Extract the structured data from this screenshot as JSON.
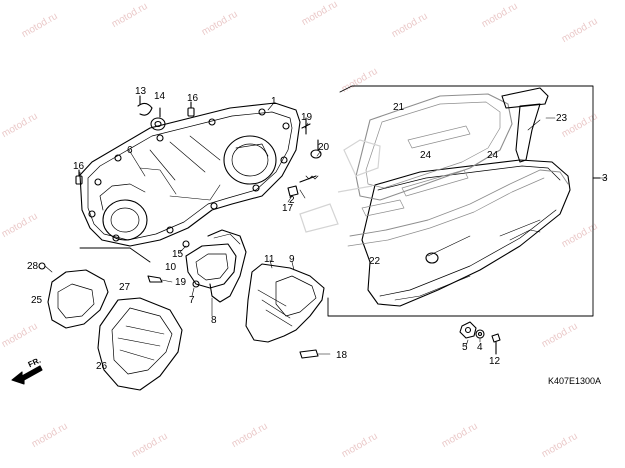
{
  "watermark": "motod.ru",
  "diagram_code": "K407E1300A",
  "direction_label": "FR.",
  "callouts": {
    "c1": "1",
    "c2": "2",
    "c3": "3",
    "c4": "4",
    "c5": "5",
    "c6": "6",
    "c7": "7",
    "c8": "8",
    "c9": "9",
    "c10": "10",
    "c11": "11",
    "c12": "12",
    "c13": "13",
    "c14": "14",
    "c15": "15",
    "c16a": "16",
    "c16b": "16",
    "c17": "17",
    "c18": "18",
    "c19a": "19",
    "c19b": "19",
    "c20": "20",
    "c21": "21",
    "c22": "22",
    "c23": "23",
    "c24a": "24",
    "c24b": "24",
    "c25": "25",
    "c26": "26",
    "c27": "27",
    "c28": "28"
  }
}
